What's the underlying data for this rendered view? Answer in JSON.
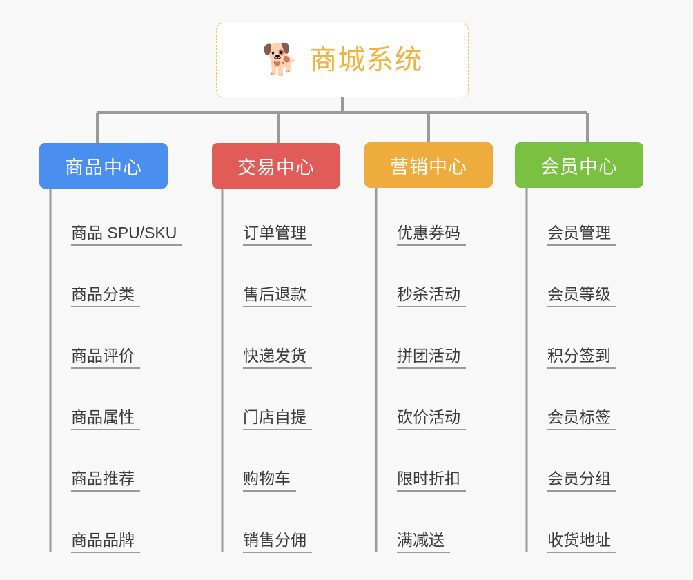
{
  "diagram": {
    "type": "org-chart",
    "background_color": "#f8f8f8",
    "connector_color": "#9a9a9a",
    "root": {
      "title": "商城系统",
      "icon": "shiba-dog-emoji",
      "icon_glyph": "🐕",
      "text_color": "#f2b33d",
      "border_color": "#f0b95c",
      "border_style": "dashed",
      "background_color": "#ffffff"
    },
    "branches": [
      {
        "label": "商品中心",
        "color": "#4a8ef0",
        "items": [
          "商品 SPU/SKU",
          "商品分类",
          "商品评价",
          "商品属性",
          "商品推荐",
          "商品品牌"
        ]
      },
      {
        "label": "交易中心",
        "color": "#e15b59",
        "items": [
          "订单管理",
          "售后退款",
          "快递发货",
          "门店自提",
          "购物车",
          "销售分佣"
        ]
      },
      {
        "label": "营销中心",
        "color": "#eeac3d",
        "items": [
          "优惠券码",
          "秒杀活动",
          "拼团活动",
          "砍价活动",
          "限时折扣",
          "满减送"
        ]
      },
      {
        "label": "会员中心",
        "color": "#7ac142",
        "items": [
          "会员管理",
          "会员等级",
          "积分签到",
          "会员标签",
          "会员分组",
          "收货地址"
        ]
      }
    ]
  }
}
